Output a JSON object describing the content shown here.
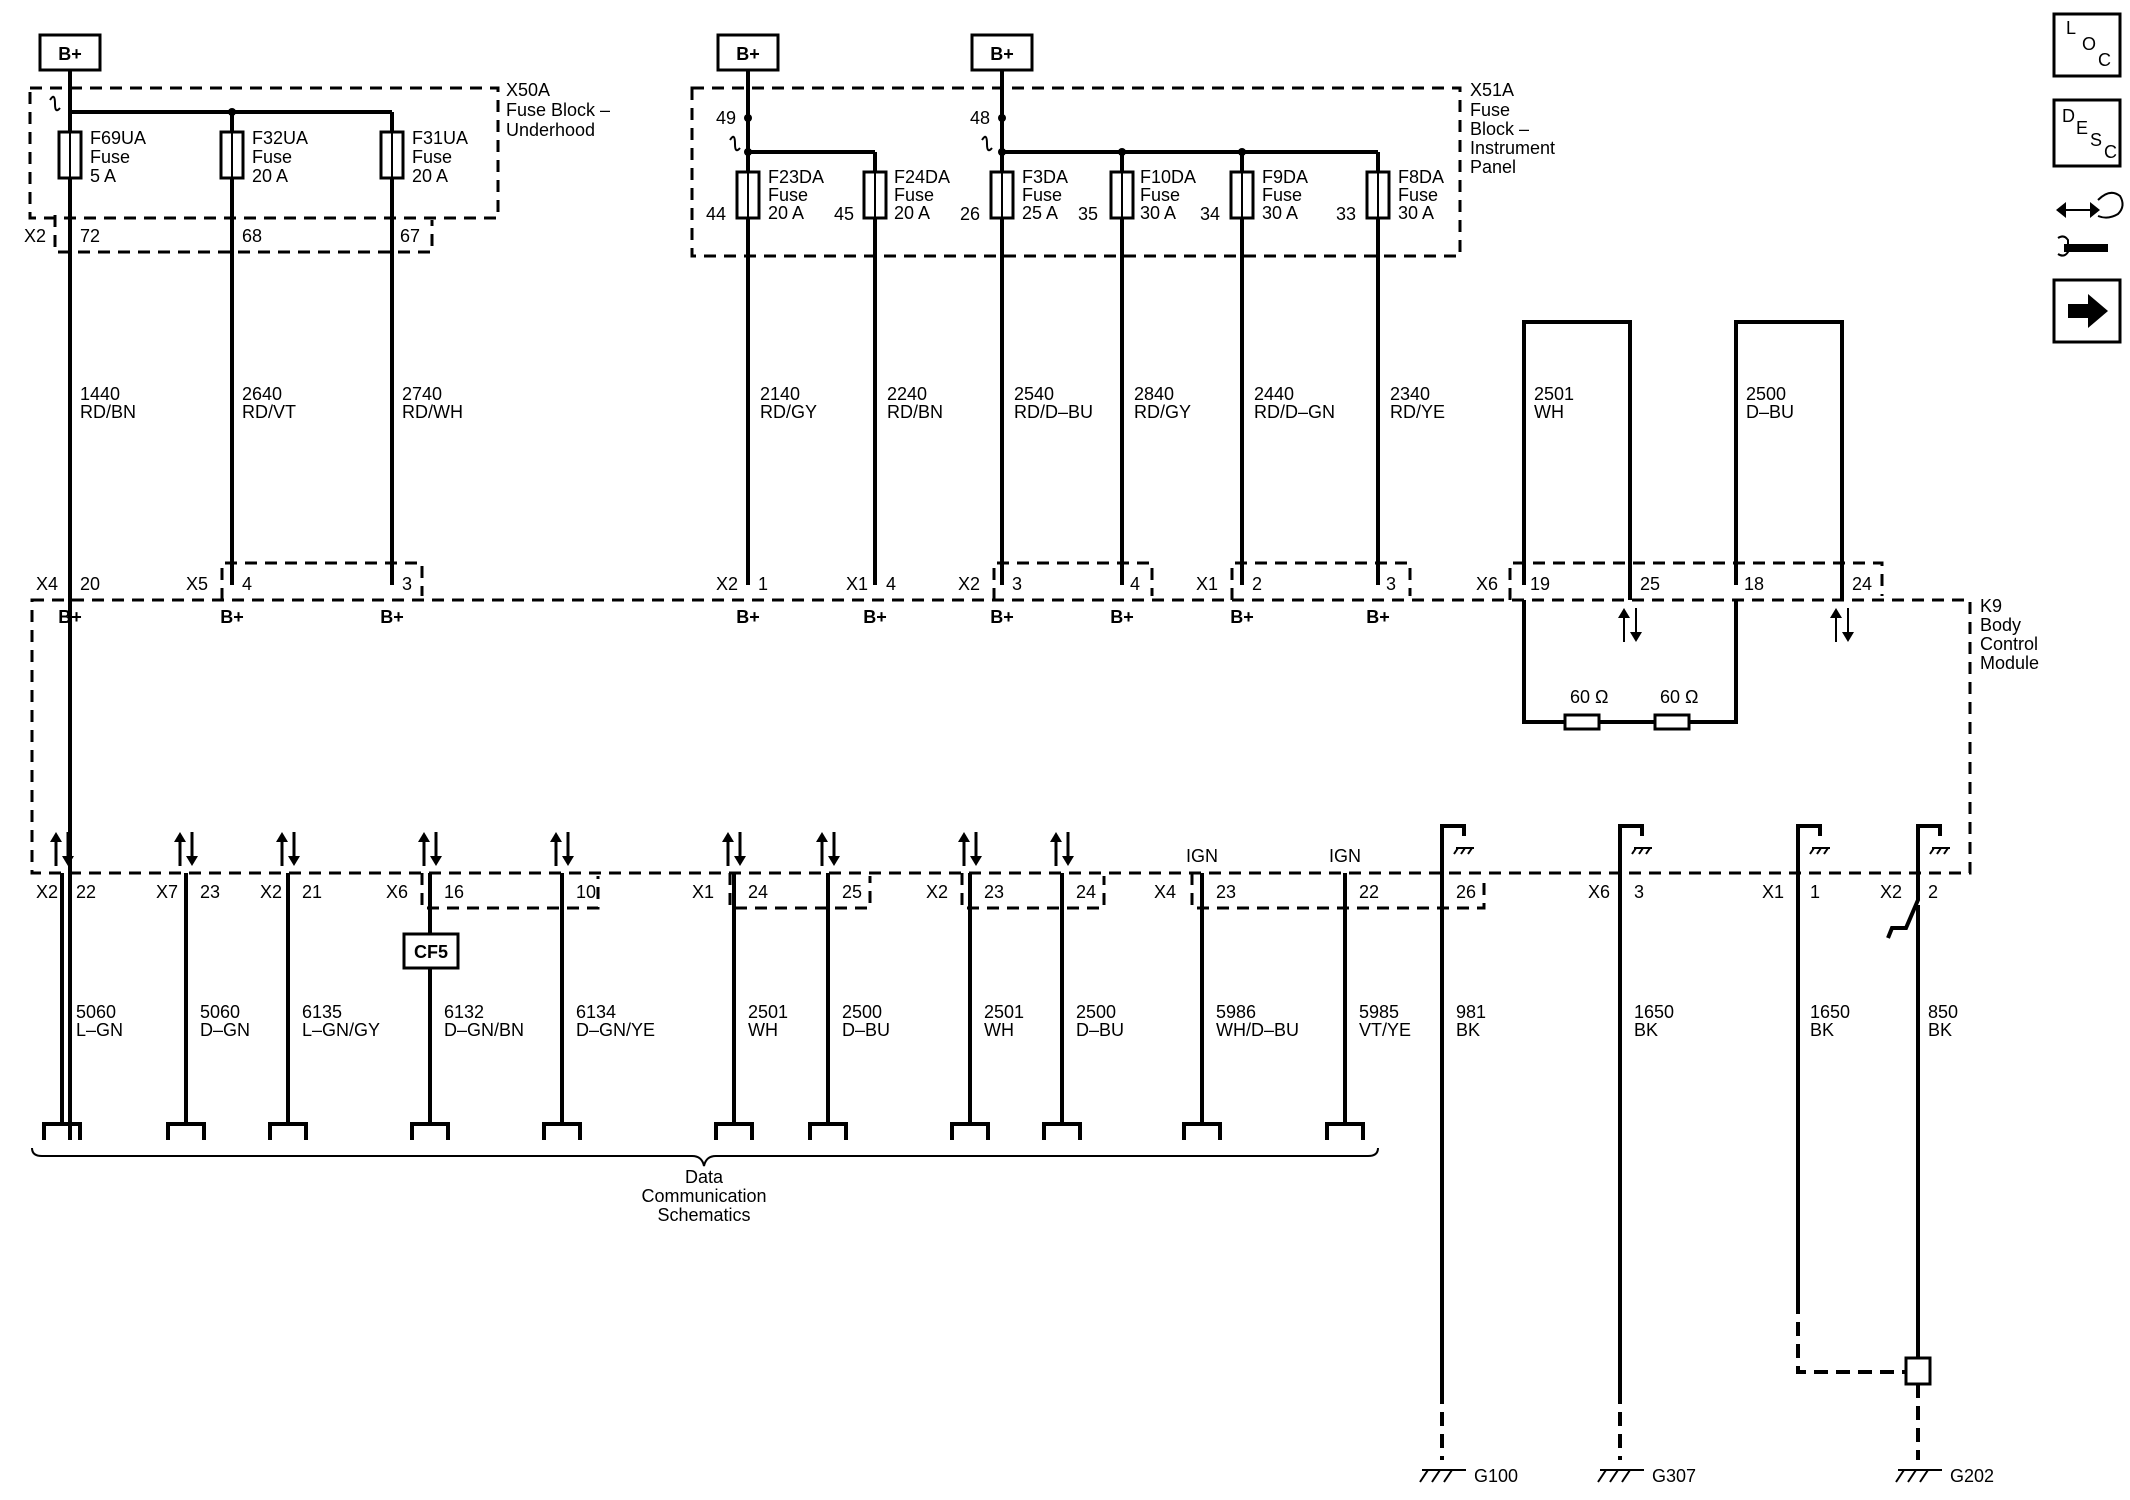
{
  "supply_label": "B+",
  "fuse_blocks": {
    "underhood": {
      "id": "X50A",
      "name": [
        "Fuse Block –",
        "Underhood"
      ],
      "connector": "X2",
      "fuses": [
        {
          "name": "F69UA",
          "type": "Fuse",
          "rating": "5 A",
          "pin": "72"
        },
        {
          "name": "F32UA",
          "type": "Fuse",
          "rating": "20 A",
          "pin": "68"
        },
        {
          "name": "F31UA",
          "type": "Fuse",
          "rating": "20 A",
          "pin": "67"
        }
      ]
    },
    "instrument_panel": {
      "id": "X51A",
      "name": [
        "Fuse",
        "Block –",
        "Instrument",
        "Panel"
      ],
      "bus_pins": [
        "49",
        "48"
      ],
      "fuses": [
        {
          "name": "F23DA",
          "type": "Fuse",
          "rating": "20 A",
          "pin": "44"
        },
        {
          "name": "F24DA",
          "type": "Fuse",
          "rating": "20 A",
          "pin": "45"
        },
        {
          "name": "F3DA",
          "type": "Fuse",
          "rating": "25 A",
          "pin": "26"
        },
        {
          "name": "F10DA",
          "type": "Fuse",
          "rating": "30 A",
          "pin": "35"
        },
        {
          "name": "F9DA",
          "type": "Fuse",
          "rating": "30 A",
          "pin": "34"
        },
        {
          "name": "F8DA",
          "type": "Fuse",
          "rating": "30 A",
          "pin": "33"
        }
      ]
    }
  },
  "upper_wires": [
    {
      "circuit": "1440",
      "color": "RD/BN",
      "connector": "X4",
      "pin": "20",
      "signal": "B+"
    },
    {
      "circuit": "2640",
      "color": "RD/VT",
      "connector": "X5",
      "pin": "4",
      "signal": "B+"
    },
    {
      "circuit": "2740",
      "color": "RD/WH",
      "connector": "",
      "pin": "3",
      "signal": "B+"
    },
    {
      "circuit": "2140",
      "color": "RD/GY",
      "connector": "X2",
      "pin": "1",
      "signal": "B+"
    },
    {
      "circuit": "2240",
      "color": "RD/BN",
      "connector": "X1",
      "pin": "4",
      "signal": "B+"
    },
    {
      "circuit": "2540",
      "color": "RD/D–BU",
      "connector": "X2",
      "pin": "3",
      "signal": "B+"
    },
    {
      "circuit": "2840",
      "color": "RD/GY",
      "connector": "",
      "pin": "4",
      "signal": "B+"
    },
    {
      "circuit": "2440",
      "color": "RD/D–GN",
      "connector": "X1",
      "pin": "2",
      "signal": "B+"
    },
    {
      "circuit": "2340",
      "color": "RD/YE",
      "connector": "",
      "pin": "3",
      "signal": "B+"
    }
  ],
  "can_loops": [
    {
      "circuit": "2501",
      "color": "WH",
      "connector": "X6",
      "pin_in": "19",
      "pin_out": "25"
    },
    {
      "circuit": "2500",
      "color": "D–BU",
      "connector": "",
      "pin_in": "18",
      "pin_out": "24"
    }
  ],
  "resistors": [
    "60 Ω",
    "60 Ω"
  ],
  "module": {
    "id": "K9",
    "name": [
      "Body",
      "Control",
      "Module"
    ]
  },
  "lower_wires": [
    {
      "connector": "X2",
      "pin": "22",
      "circuit": "5060",
      "color": "L–GN"
    },
    {
      "connector": "X7",
      "pin": "23",
      "circuit": "5060",
      "color": "D–GN"
    },
    {
      "connector": "X2",
      "pin": "21",
      "circuit": "6135",
      "color": "L–GN/GY"
    },
    {
      "connector": "X6",
      "pin": "16",
      "circuit": "6132",
      "color": "D–GN/BN"
    },
    {
      "connector": "",
      "pin": "10",
      "circuit": "6134",
      "color": "D–GN/YE"
    },
    {
      "connector": "X1",
      "pin": "24",
      "circuit": "2501",
      "color": "WH"
    },
    {
      "connector": "",
      "pin": "25",
      "circuit": "2500",
      "color": "D–BU"
    },
    {
      "connector": "X2",
      "pin": "23",
      "circuit": "2501",
      "color": "WH"
    },
    {
      "connector": "",
      "pin": "24",
      "circuit": "2500",
      "color": "D–BU"
    },
    {
      "connector": "X4",
      "pin": "23",
      "circuit": "5986",
      "color": "WH/D–BU",
      "label": "IGN"
    },
    {
      "connector": "",
      "pin": "22",
      "circuit": "5985",
      "color": "VT/YE",
      "label": "IGN"
    }
  ],
  "inline_connector": "CF5",
  "grounds": [
    {
      "connector": "",
      "pin": "26",
      "circuit": "981",
      "color": "BK",
      "ground": "G100"
    },
    {
      "connector": "X6",
      "pin": "3",
      "circuit": "1650",
      "color": "BK",
      "ground": "G307"
    },
    {
      "connector": "X1",
      "pin": "1",
      "circuit": "1650",
      "color": "BK",
      "ground": ""
    },
    {
      "connector": "X2",
      "pin": "2",
      "circuit": "850",
      "color": "BK",
      "ground": "G202"
    }
  ],
  "data_comm_label": [
    "Data",
    "Communication",
    "Schematics"
  ],
  "side_buttons": [
    {
      "name": "loc-button",
      "letters": [
        "L",
        "O",
        "C"
      ]
    },
    {
      "name": "desc-button",
      "letters": [
        "D",
        "E",
        "S",
        "C"
      ]
    },
    {
      "name": "connector-service-button",
      "icon": "connector-wrench-icon"
    },
    {
      "name": "next-page-button",
      "icon": "arrow-right-icon"
    }
  ]
}
